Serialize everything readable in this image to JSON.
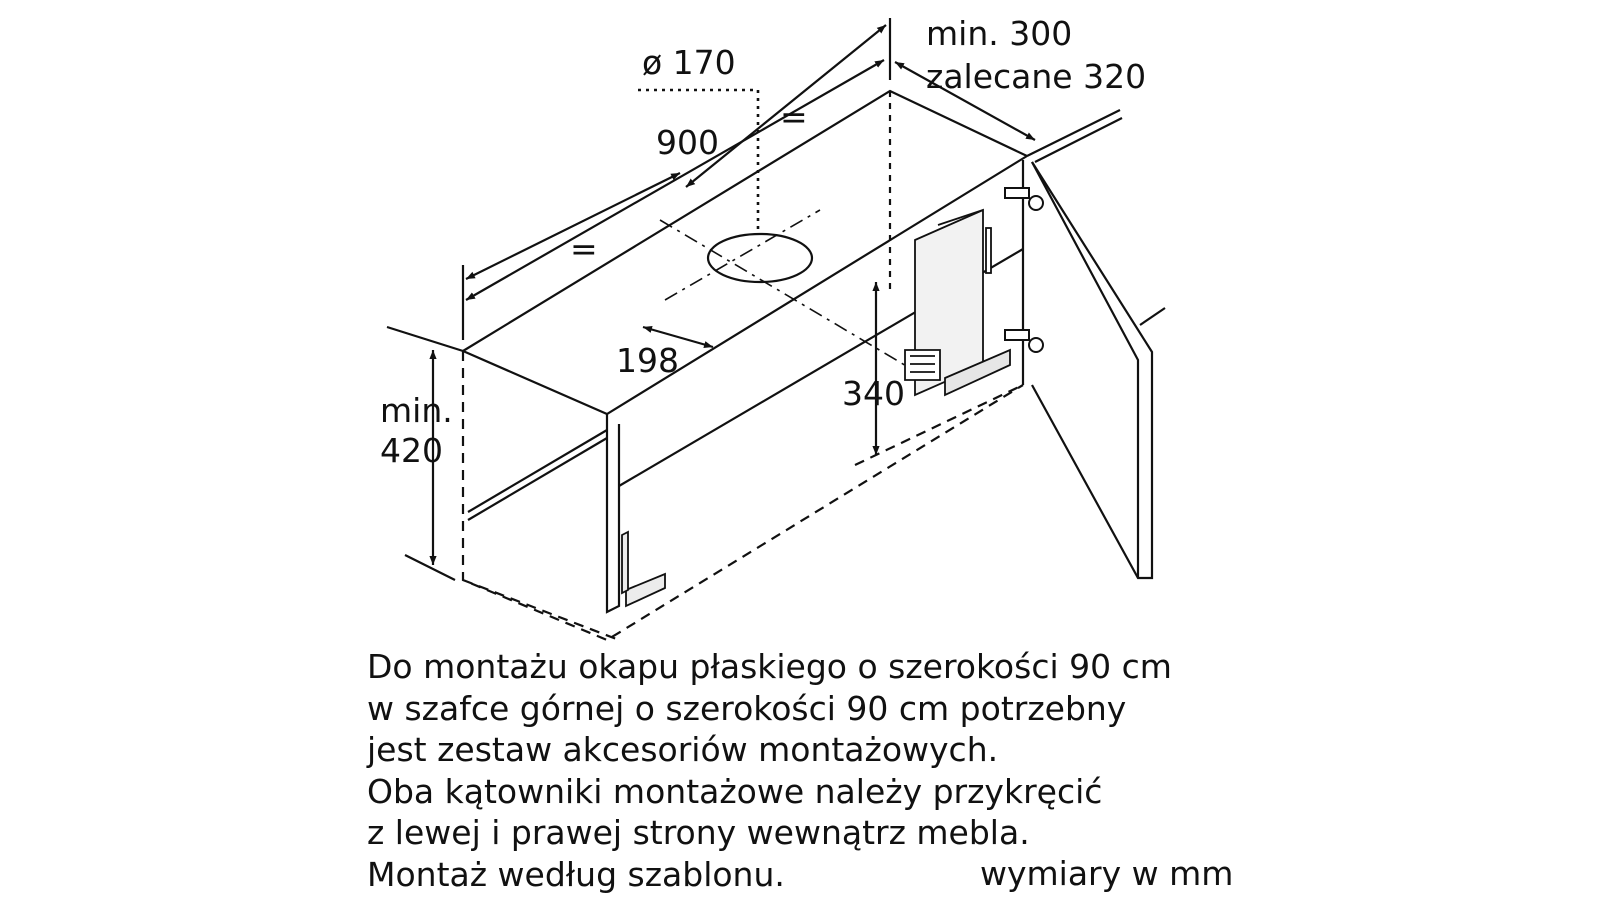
{
  "diagram": {
    "dimensions": {
      "duct_diameter": "ø 170",
      "width": "900",
      "equal_left": "=",
      "equal_right": "=",
      "depth_offset": "198",
      "height": "340",
      "min_clearance_line1": "min.",
      "min_clearance_line2": "420",
      "wall_min": "min. 300",
      "wall_recommended": "zalecane 320"
    }
  },
  "note": {
    "lines": [
      "Do montażu okapu płaskiego o szerokości 90 cm",
      "w szafce górnej o szerokości 90 cm potrzebny",
      "jest zestaw akcesoriów montażowych.",
      "Oba kątowniki montażowe należy przykręcić",
      "z lewej i prawej strony wewnątrz mebla.",
      "Montaż według szablonu."
    ],
    "units": "wymiary w mm"
  },
  "colors": {
    "line": "#111111",
    "panel_edge": "#bdbdbd",
    "background": "#ffffff"
  }
}
